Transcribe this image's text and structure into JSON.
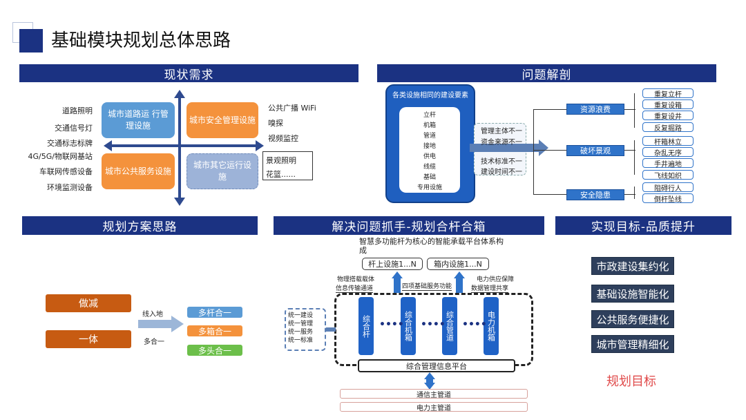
{
  "page": {
    "title": "基础模块规划总体思路"
  },
  "sections": {
    "current_demand": "现状需求",
    "problem_analysis": "问题解剖",
    "planning_approach": "规划方案思路",
    "solution": "解决问题抓手-规划合杆合箱",
    "goals": "实现目标-品质提升"
  },
  "demand": {
    "left_items": [
      "道路照明",
      "交通信号灯",
      "交通标志标牌",
      "4G/5G/物联网基站",
      "车联网传感设备",
      "环境监测设备"
    ],
    "right_items": [
      "公共广播 WiFi",
      "嗅探",
      "视频监控"
    ],
    "right_boxed": [
      "景观照明",
      "花篮......"
    ],
    "quadrants": {
      "top_left": "城市道路运 行管理设施",
      "top_right": "城市安全管理设施",
      "bottom_left": "城市公共服务设施",
      "bottom_right": "城市其它运行设施"
    }
  },
  "problem": {
    "factor_title": "各类设施相同的建设要素",
    "factors": [
      "立杆",
      "机箱",
      "管道",
      "接地",
      "供电",
      "线缆",
      "基础",
      "专用设施"
    ],
    "issues": [
      "管理主体不一",
      "资金来源不一",
      "技术标准不一",
      "建设时间不一"
    ],
    "categories": [
      {
        "label": "资源浪费",
        "items": [
          "重复立杆",
          "重复设箱",
          "重复设井",
          "反复掘路"
        ]
      },
      {
        "label": "破坏景观",
        "items": [
          "杆箱林立",
          "杂乱无序",
          "手井遍地",
          "飞线如织"
        ]
      },
      {
        "label": "安全隐患",
        "items": [
          "阻碍行人",
          "倒杆坠线"
        ]
      }
    ]
  },
  "planning": {
    "reduce": "做减",
    "unify": "一体",
    "label_in": "线入地",
    "label_merge": "多合一",
    "pills": [
      "多杆合一",
      "多箱合一",
      "多头合一"
    ],
    "pill_colors": [
      "#5b9bd5",
      "#f4923c",
      "#6cbf4a"
    ]
  },
  "solution": {
    "system_note": "智慧多功能杆为核心的智能承载平台体系构成",
    "pole_facilities": "杆上设施1...N",
    "box_facilities": "箱内设施1...N",
    "physical_carrier": "物理搭载载体",
    "info_channel": "信息传输通道",
    "four_services": "四项基础服务功能",
    "power_supply": "电力供应保障",
    "data_sharing": "数据管理共享",
    "unify": [
      "统一建设",
      "统一管理",
      "统一服务",
      "统一标准"
    ],
    "pillars": [
      "综合杆",
      "综合机箱",
      "综合管道",
      "电力机箱"
    ],
    "platform": "综合管理信息平台",
    "pipes": [
      "通信主管道",
      "电力主管道"
    ],
    "dots": "••••"
  },
  "goals": {
    "items": [
      "市政建设集约化",
      "基础设施智能化",
      "公共服务便捷化",
      "城市管理精细化"
    ],
    "label": "规划目标"
  }
}
